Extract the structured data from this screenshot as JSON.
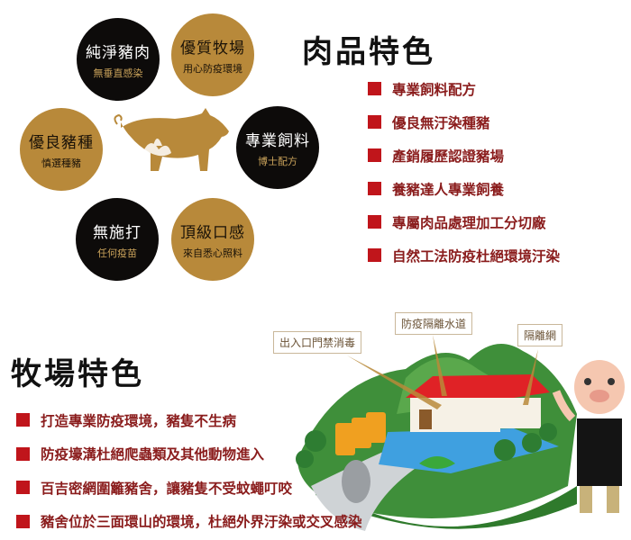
{
  "meat_section": {
    "title": "肉品特色",
    "circles": [
      {
        "main": "純淨豬肉",
        "sub": "無垂直感染",
        "style": "black"
      },
      {
        "main": "優質牧場",
        "sub": "用心防疫環境",
        "style": "gold"
      },
      {
        "main": "優良豬種",
        "sub": "慎選種豬",
        "style": "gold"
      },
      {
        "main": "專業飼料",
        "sub": "博士配方",
        "style": "black"
      },
      {
        "main": "無施打",
        "sub": "任何疫苗",
        "style": "black"
      },
      {
        "main": "頂級口感",
        "sub": "來自悉心照料",
        "style": "gold"
      }
    ],
    "features": [
      "專業飼料配方",
      "優良無汙染種豬",
      "產銷履歷認證豬場",
      "養豬達人專業飼養",
      "專屬肉品處理加工分切廠",
      "自然工法防疫杜絕環境汙染"
    ]
  },
  "farm_section": {
    "title": "牧場特色",
    "callouts": [
      "出入口門禁消毒",
      "防疫隔離水道",
      "隔離網"
    ],
    "features": [
      "打造專業防疫環境，豬隻不生病",
      "防疫壕溝杜絕爬蟲類及其他動物進入",
      "百吉密網圍籬豬舍，讓豬隻不受蚊蠅叮咬",
      "豬舍位於三面環山的環境，杜絕外界汙染或交叉感染"
    ]
  },
  "colors": {
    "gold": "#b8893a",
    "black": "#0d0b0a",
    "bullet": "#c0151b",
    "text": "#8a1c1c"
  }
}
